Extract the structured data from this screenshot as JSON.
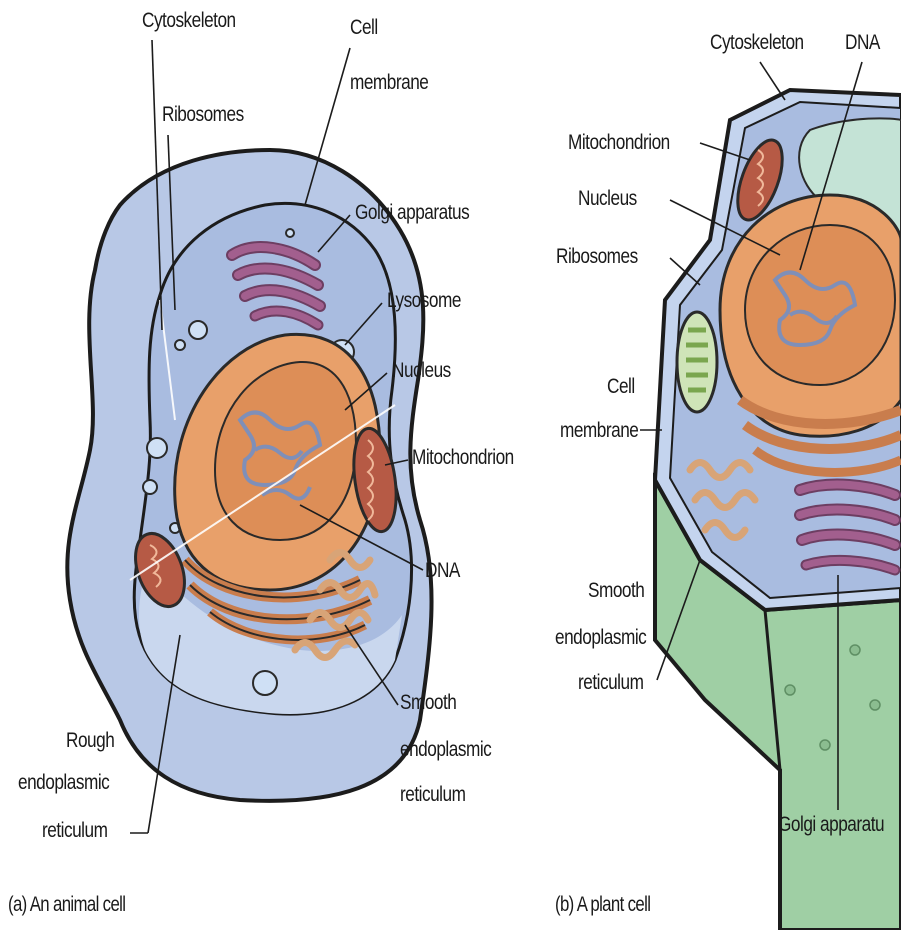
{
  "animal_cell": {
    "labels": {
      "cytoskeleton": "Cytoskeleton",
      "ribosomes": "Ribosomes",
      "cell_membrane_1": "Cell",
      "cell_membrane_2": "membrane",
      "golgi": "Golgi apparatus",
      "lysosome": "Lysosome",
      "nucleus": "Nucleus",
      "mitochondrion": "Mitochondrion",
      "dna": "DNA",
      "smooth_er_1": "Smooth",
      "smooth_er_2": "endoplasmic",
      "smooth_er_3": "reticulum",
      "rough_er_1": "Rough",
      "rough_er_2": "endoplasmic",
      "rough_er_3": "reticulum"
    },
    "caption": "(a) An animal cell"
  },
  "plant_cell": {
    "labels": {
      "cytoskeleton": "Cytoskeleton",
      "dna": "DNA",
      "mitochondrion": "Mitochondrion",
      "nucleus": "Nucleus",
      "ribosomes": "Ribosomes",
      "cell_membrane_1": "Cell",
      "cell_membrane_2": "membrane",
      "smooth_er_1": "Smooth",
      "smooth_er_2": "endoplasmic",
      "smooth_er_3": "reticulum",
      "golgi": "Golgi apparatu"
    },
    "caption": "(b) A plant cell"
  },
  "colors": {
    "cytoplasm_outer": "#b8c8e6",
    "cytoplasm_inner": "#a9bce0",
    "nucleus": "#e8a06a",
    "nucleolus_dna": "#7f8fb8",
    "mitochondrion": "#b65a45",
    "golgi": "#a25f8e",
    "plant_wall": "#9fcfa4",
    "plant_vacuole": "#c4e3d6"
  }
}
